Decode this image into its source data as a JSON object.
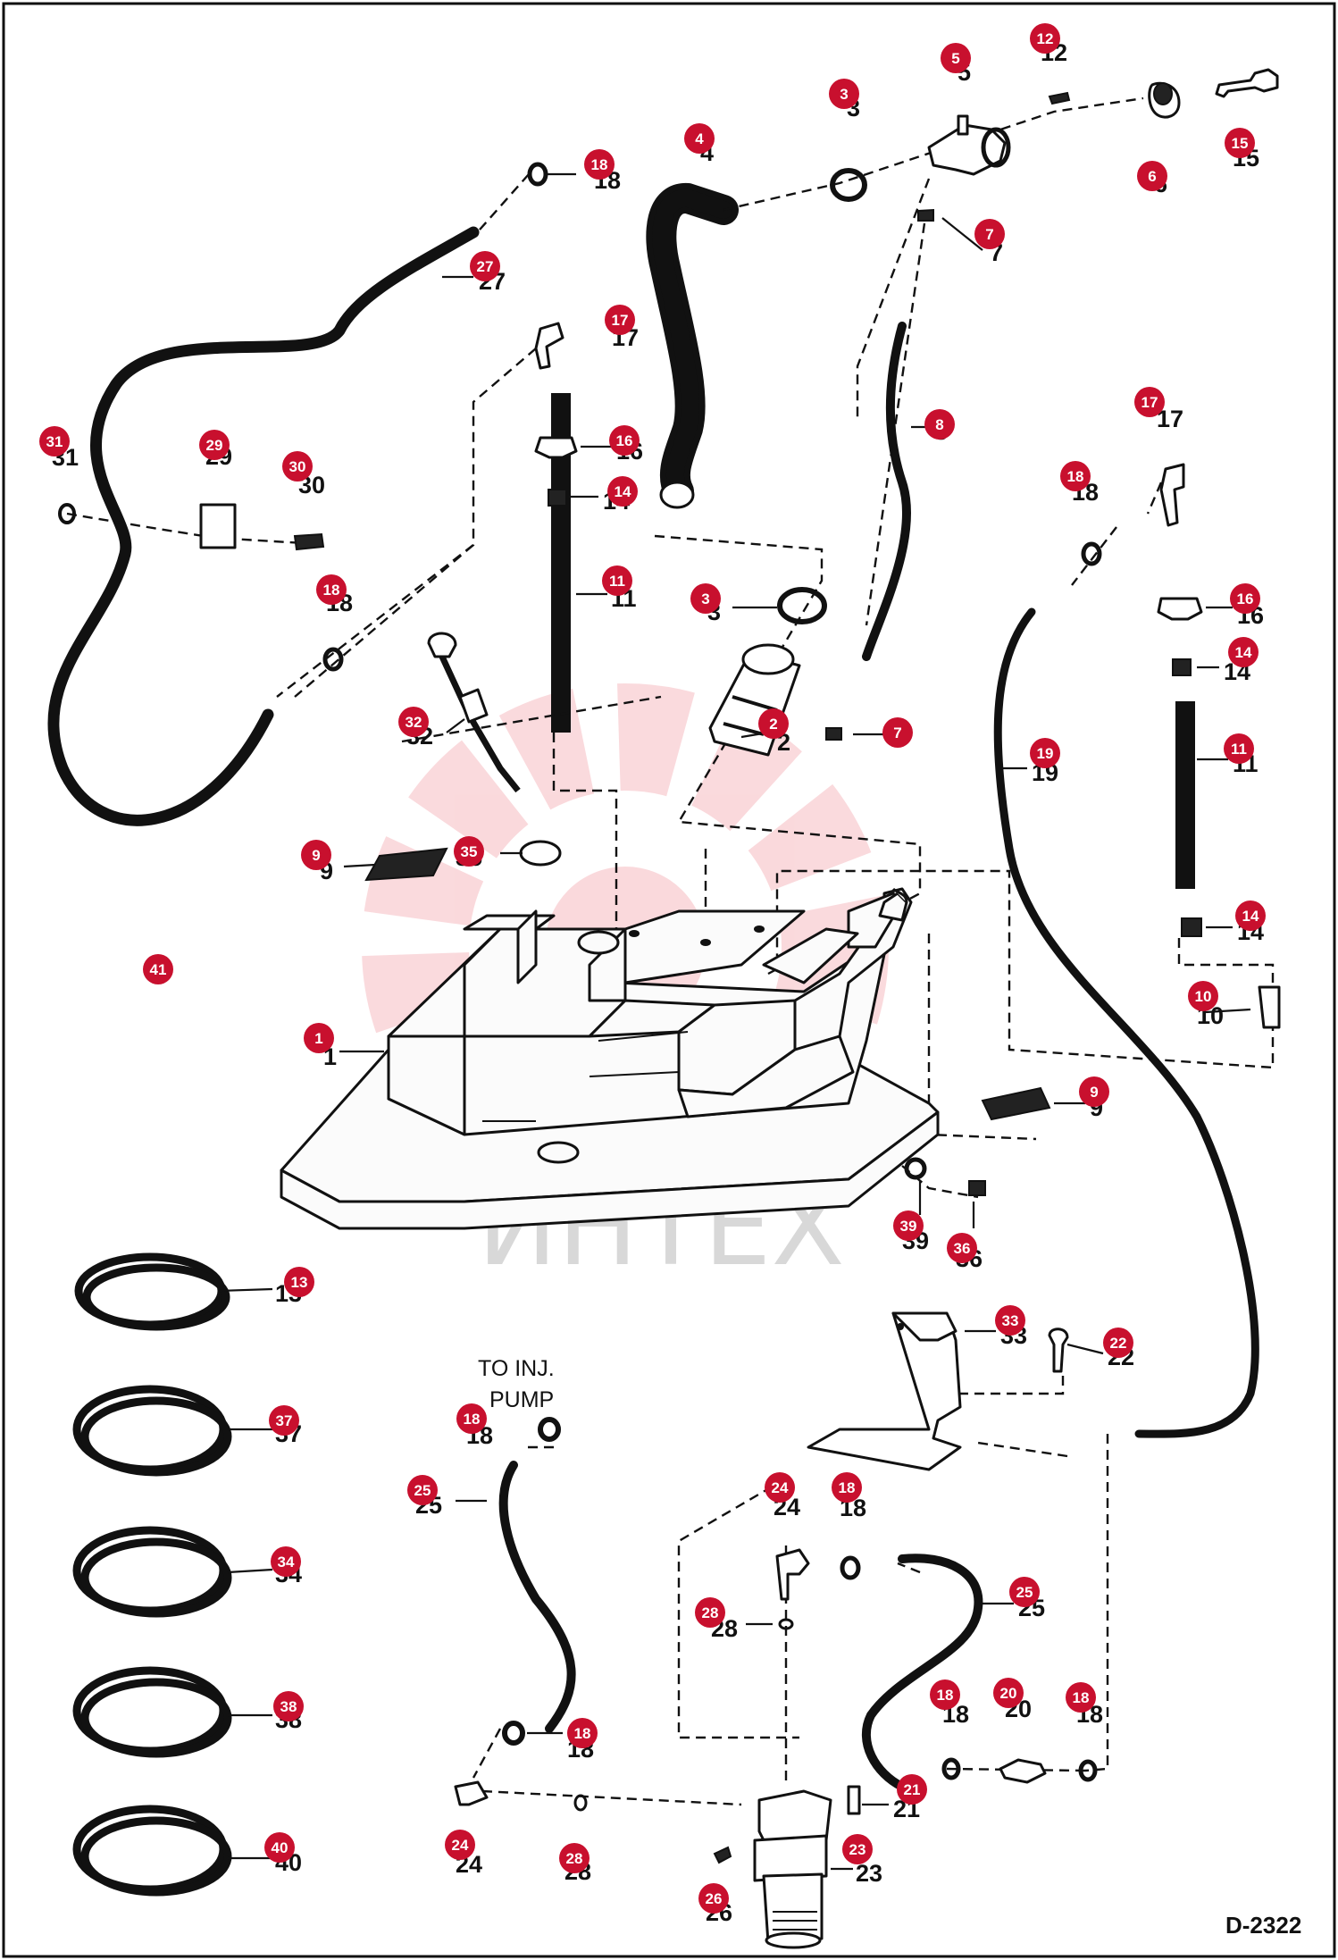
{
  "drawing_number": "D-2322",
  "note_text": [
    "TO INJ.",
    "PUMP"
  ],
  "watermark_text": "ИНТЕХ",
  "callouts": [
    {
      "id": "c1",
      "label": "1"
    },
    {
      "id": "c2",
      "label": "2"
    },
    {
      "id": "c3a",
      "label": "3"
    },
    {
      "id": "c3b",
      "label": "3"
    },
    {
      "id": "c4",
      "label": "4"
    },
    {
      "id": "c5",
      "label": "5"
    },
    {
      "id": "c6",
      "label": "6"
    },
    {
      "id": "c7a",
      "label": "7"
    },
    {
      "id": "c7b",
      "label": "7"
    },
    {
      "id": "c8",
      "label": "8"
    },
    {
      "id": "c9a",
      "label": "9"
    },
    {
      "id": "c9b",
      "label": "9"
    },
    {
      "id": "c10",
      "label": "10"
    },
    {
      "id": "c11a",
      "label": "11"
    },
    {
      "id": "c11b",
      "label": "11"
    },
    {
      "id": "c12",
      "label": "12"
    },
    {
      "id": "c13",
      "label": "13"
    },
    {
      "id": "c14a",
      "label": "14"
    },
    {
      "id": "c14b",
      "label": "14"
    },
    {
      "id": "c14c",
      "label": "14"
    },
    {
      "id": "c15",
      "label": "15"
    },
    {
      "id": "c16a",
      "label": "16"
    },
    {
      "id": "c16b",
      "label": "16"
    },
    {
      "id": "c17a",
      "label": "17"
    },
    {
      "id": "c17b",
      "label": "17"
    },
    {
      "id": "c18a",
      "label": "18"
    },
    {
      "id": "c18b",
      "label": "18"
    },
    {
      "id": "c18c",
      "label": "18"
    },
    {
      "id": "c18d",
      "label": "18"
    },
    {
      "id": "c18e",
      "label": "18"
    },
    {
      "id": "c18f",
      "label": "18"
    },
    {
      "id": "c18g",
      "label": "18"
    },
    {
      "id": "c18h",
      "label": "18"
    },
    {
      "id": "c19",
      "label": "19"
    },
    {
      "id": "c20",
      "label": "20"
    },
    {
      "id": "c21",
      "label": "21"
    },
    {
      "id": "c22",
      "label": "22"
    },
    {
      "id": "c23",
      "label": "23"
    },
    {
      "id": "c24a",
      "label": "24"
    },
    {
      "id": "c24b",
      "label": "24"
    },
    {
      "id": "c25a",
      "label": "25"
    },
    {
      "id": "c25b",
      "label": "25"
    },
    {
      "id": "c26",
      "label": "26"
    },
    {
      "id": "c27",
      "label": "27"
    },
    {
      "id": "c28a",
      "label": "28"
    },
    {
      "id": "c28b",
      "label": "28"
    },
    {
      "id": "c29",
      "label": "29"
    },
    {
      "id": "c30",
      "label": "30"
    },
    {
      "id": "c31",
      "label": "31"
    },
    {
      "id": "c32",
      "label": "32"
    },
    {
      "id": "c33",
      "label": "33"
    },
    {
      "id": "c34",
      "label": "34"
    },
    {
      "id": "c35",
      "label": "35"
    },
    {
      "id": "c36",
      "label": "36"
    },
    {
      "id": "c37",
      "label": "37"
    },
    {
      "id": "c38",
      "label": "38"
    },
    {
      "id": "c39",
      "label": "39"
    },
    {
      "id": "c40",
      "label": "40"
    },
    {
      "id": "c41",
      "label": "41"
    }
  ]
}
